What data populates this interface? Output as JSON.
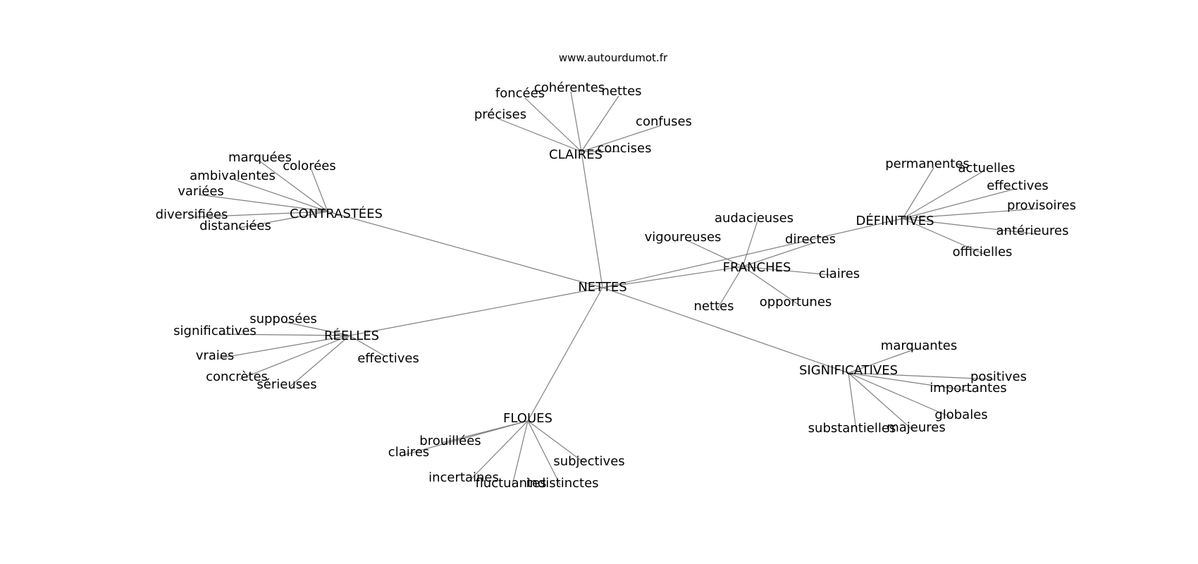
{
  "source": "www.autourdumot.fr",
  "colors": {
    "edge": "#808080",
    "text": "#000000",
    "background": "#ffffff"
  },
  "center": "NETTES",
  "clusters": [
    {
      "hub": "CLAIRES",
      "words": [
        "précises",
        "foncées",
        "cohérentes",
        "nettes",
        "confuses",
        "concises"
      ]
    },
    {
      "hub": "CONTRASTÉES",
      "words": [
        "marquées",
        "colorées",
        "ambivalentes",
        "variées",
        "diversifiées",
        "distanciées"
      ]
    },
    {
      "hub": "DÉFINITIVES",
      "words": [
        "permanentes",
        "actuelles",
        "effectives",
        "provisoires",
        "antérieures",
        "officielles"
      ]
    },
    {
      "hub": "FRANCHES",
      "words": [
        "audacieuses",
        "vigoureuses",
        "directes",
        "claires",
        "opportunes",
        "nettes"
      ]
    },
    {
      "hub": "RÉELLES",
      "words": [
        "supposées",
        "significatives",
        "vraies",
        "concrètes",
        "sérieuses",
        "effectives"
      ]
    },
    {
      "hub": "SIGNIFICATIVES",
      "words": [
        "marquantes",
        "positives",
        "importantes",
        "globales",
        "majeures",
        "substantielles"
      ]
    },
    {
      "hub": "FLOUES",
      "words": [
        "brouillées",
        "claires",
        "incertaines",
        "fluctuantes",
        "indistinctes",
        "subjectives"
      ]
    }
  ]
}
